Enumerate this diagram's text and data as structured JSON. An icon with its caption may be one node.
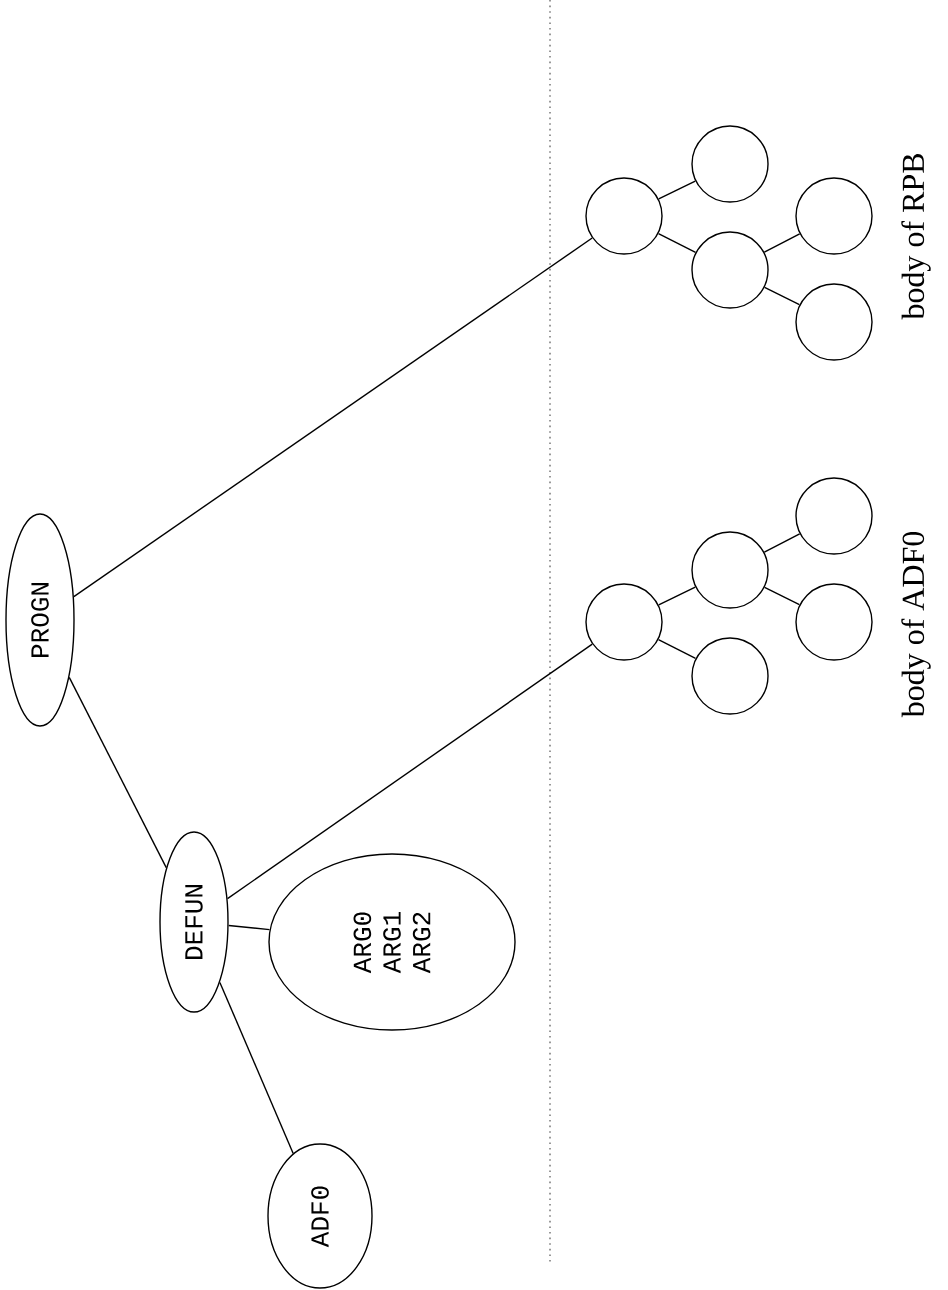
{
  "diagram": {
    "nodes": [
      {
        "text": [
          "PROGN"
        ]
      },
      {
        "text": [
          "DEFUN"
        ]
      },
      {
        "text": [
          "ARG0",
          "ARG1",
          "ARG2"
        ]
      },
      {
        "text": [
          "ADF0"
        ]
      },
      {
        "text": [],
        "shape": "circle"
      },
      {
        "text": [],
        "shape": "circle"
      },
      {
        "text": [],
        "shape": "circle"
      },
      {
        "text": [],
        "shape": "circle"
      },
      {
        "text": [],
        "shape": "circle"
      },
      {
        "text": [],
        "shape": "circle"
      },
      {
        "text": [],
        "shape": "circle"
      },
      {
        "text": [],
        "shape": "circle"
      },
      {
        "text": [],
        "shape": "circle"
      },
      {
        "text": [],
        "shape": "circle"
      }
    ],
    "edges": [
      {
        "from": 0,
        "to": 4,
        "arrow": "none"
      },
      {
        "from": 0,
        "to": 1,
        "arrow": "none"
      },
      {
        "from": 1,
        "to": 9,
        "arrow": "none"
      },
      {
        "from": 1,
        "to": 2,
        "arrow": "none"
      },
      {
        "from": 1,
        "to": 3,
        "arrow": "none"
      },
      {
        "from": 4,
        "to": 5,
        "arrow": "none"
      },
      {
        "from": 4,
        "to": 6,
        "arrow": "none"
      },
      {
        "from": 6,
        "to": 7,
        "arrow": "none"
      },
      {
        "from": 6,
        "to": 8,
        "arrow": "none"
      },
      {
        "from": 9,
        "to": 10,
        "arrow": "none"
      },
      {
        "from": 9,
        "to": 11,
        "arrow": "none"
      },
      {
        "from": 10,
        "to": 12,
        "arrow": "none"
      },
      {
        "from": 10,
        "to": 13,
        "arrow": "none"
      }
    ],
    "labels": [
      "body of RPB",
      "body of ADF0"
    ]
  }
}
